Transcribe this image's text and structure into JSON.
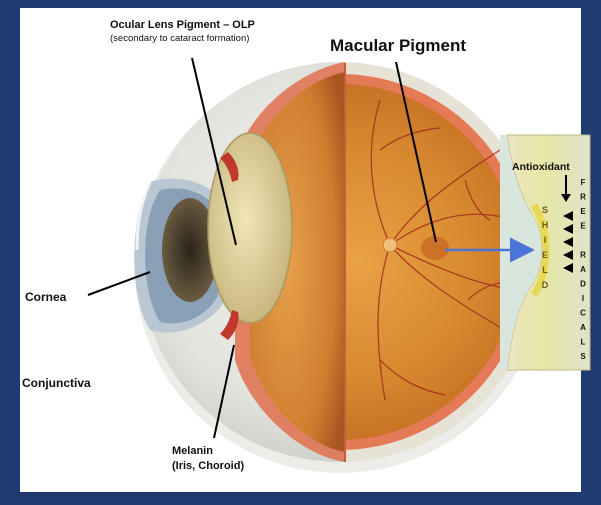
{
  "colors": {
    "frame": "#1f3b72",
    "panel": "#ffffff",
    "arrow": "#4a74d8",
    "leader": "#000000"
  },
  "labels": {
    "olp_title": "Ocular Lens Pigment – OLP",
    "olp_sub": "(secondary to cataract formation)",
    "macular": "Macular Pigment",
    "cornea": "Cornea",
    "conjunctiva": "Conjunctiva",
    "melanin": "Melanin",
    "melanin_sub": "(Iris, Choroid)",
    "antioxidant": "Antioxidant",
    "shield": [
      "S",
      "H",
      "I",
      "E",
      "L",
      "D"
    ],
    "free_radicals": [
      "F",
      "R",
      "E",
      "E",
      "",
      "R",
      "A",
      "D",
      "I",
      "C",
      "A",
      "L",
      "S"
    ]
  }
}
